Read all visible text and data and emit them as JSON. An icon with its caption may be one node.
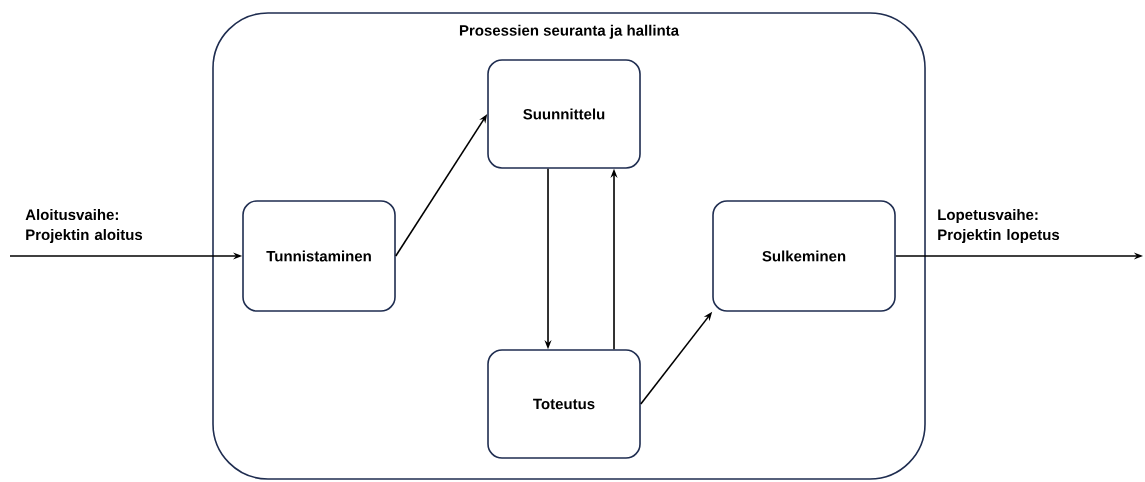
{
  "diagram": {
    "nodes": [
      {
        "text": [
          "Prosessien seuranta ja hallinta"
        ]
      },
      {
        "text": [
          "Suunnittelu"
        ],
        "in": 0
      },
      {
        "text": [
          "Tunnistaminen"
        ],
        "in": 0
      },
      {
        "text": [
          "Sulkeminen"
        ],
        "in": 0
      },
      {
        "text": [
          "Toteutus"
        ],
        "in": 0
      }
    ],
    "edges": [
      {
        "from": null,
        "to": 2,
        "arrow": "to",
        "label": "Aloitusvaihe: Projektin aloitus"
      },
      {
        "from": 2,
        "to": 1,
        "arrow": "to"
      },
      {
        "from": 1,
        "to": 4,
        "arrow": "to"
      },
      {
        "from": 4,
        "to": 1,
        "arrow": "to"
      },
      {
        "from": 4,
        "to": 3,
        "arrow": "to"
      },
      {
        "from": 3,
        "to": null,
        "arrow": "to",
        "label": "Lopetusvaihe: Projektin lopetus"
      }
    ]
  }
}
